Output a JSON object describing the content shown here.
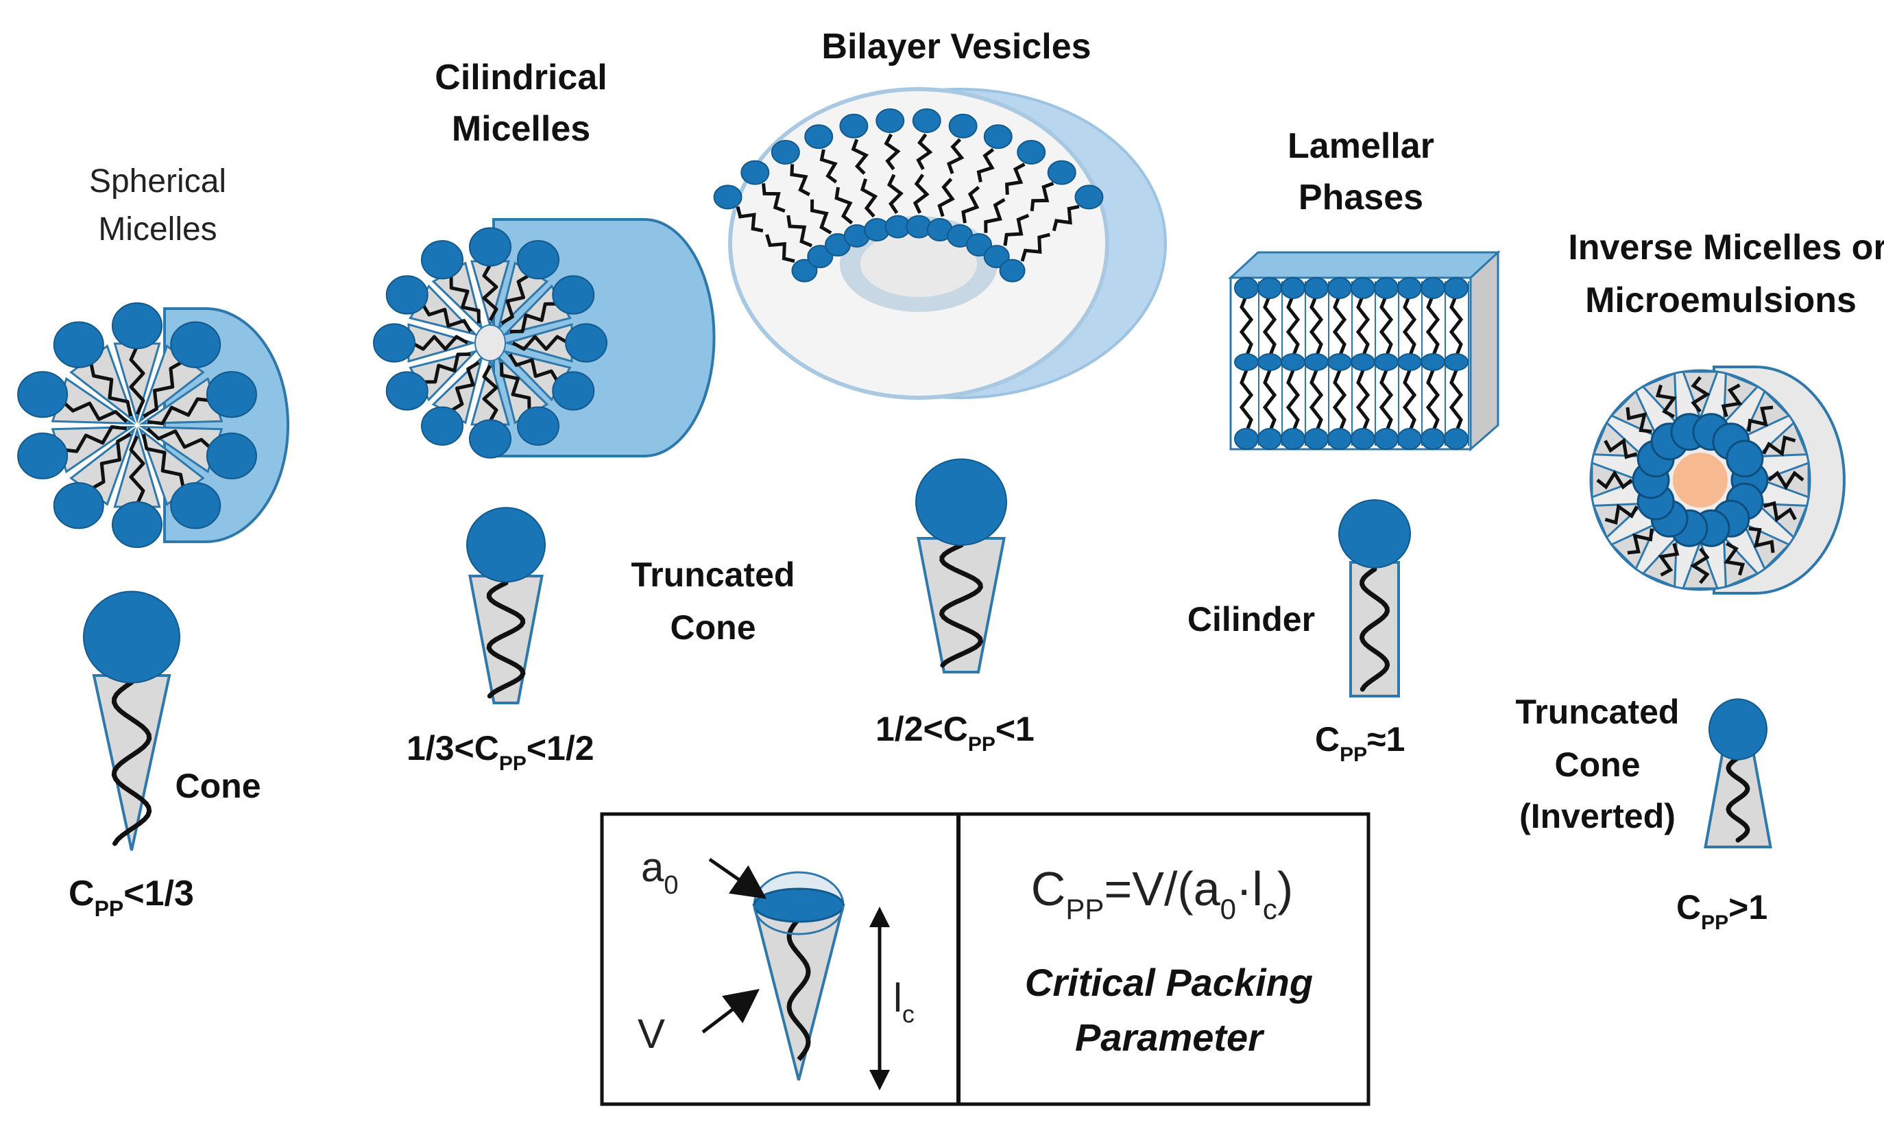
{
  "colors": {
    "head": "#1a75b6",
    "head_stroke": "#12598c",
    "tube": "#8ec3e6",
    "tube_dark": "#6fa9d1",
    "cone_fill": "#d9d9d9",
    "cone_stroke": "#2f78ab",
    "tail": "#111111",
    "core_orange": "#f7b98f",
    "vesicle_outer": "#c7dff1",
    "vesicle_inner": "#e6e6e6",
    "lamellar_side": "#d6d6d6"
  },
  "structures": {
    "spherical": {
      "title_line1": "Spherical",
      "title_line2": "Micelles"
    },
    "cylindrical": {
      "title_line1": "Cilindrical",
      "title_line2": "Micelles"
    },
    "bilayer": {
      "title": "Bilayer Vesicles"
    },
    "lamellar": {
      "title_line1": "Lamellar",
      "title_line2": "Phases"
    },
    "inverse": {
      "title_line1": "Inverse Micelles or",
      "title_line2": "Microemulsions"
    }
  },
  "shapes": {
    "cone": {
      "label": "Cone",
      "cpp_base": "C",
      "cpp_sub": "PP",
      "cpp_rest": "<1/3"
    },
    "truncated_cone": {
      "label_line1": "Truncated",
      "label_line2": "Cone",
      "cpp_pre": "1/3<C",
      "cpp_sub": "PP",
      "cpp_rest": "<1/2"
    },
    "truncated_cone_2": {
      "cpp_pre": "1/2<C",
      "cpp_sub": "PP",
      "cpp_rest": "<1"
    },
    "cilinder": {
      "label": "Cilinder",
      "cpp_base": "C",
      "cpp_sub": "PP",
      "cpp_rest": "≈1"
    },
    "inverted": {
      "label_line1": "Truncated",
      "label_line2": "Cone",
      "label_line3": "(Inverted)",
      "cpp_base": "C",
      "cpp_sub": "PP",
      "cpp_rest": ">1"
    }
  },
  "legend": {
    "a0_base": "a",
    "a0_sub": "0",
    "v_label": "V",
    "lc_base": "l",
    "lc_sub": "c",
    "formula_c": "C",
    "formula_pp": "PP",
    "formula_eq": "=V/(a",
    "formula_0": "0",
    "formula_dot": "·l",
    "formula_c2": "c",
    "formula_close": ")",
    "caption_line1": "Critical Packing",
    "caption_line2": "Parameter"
  }
}
